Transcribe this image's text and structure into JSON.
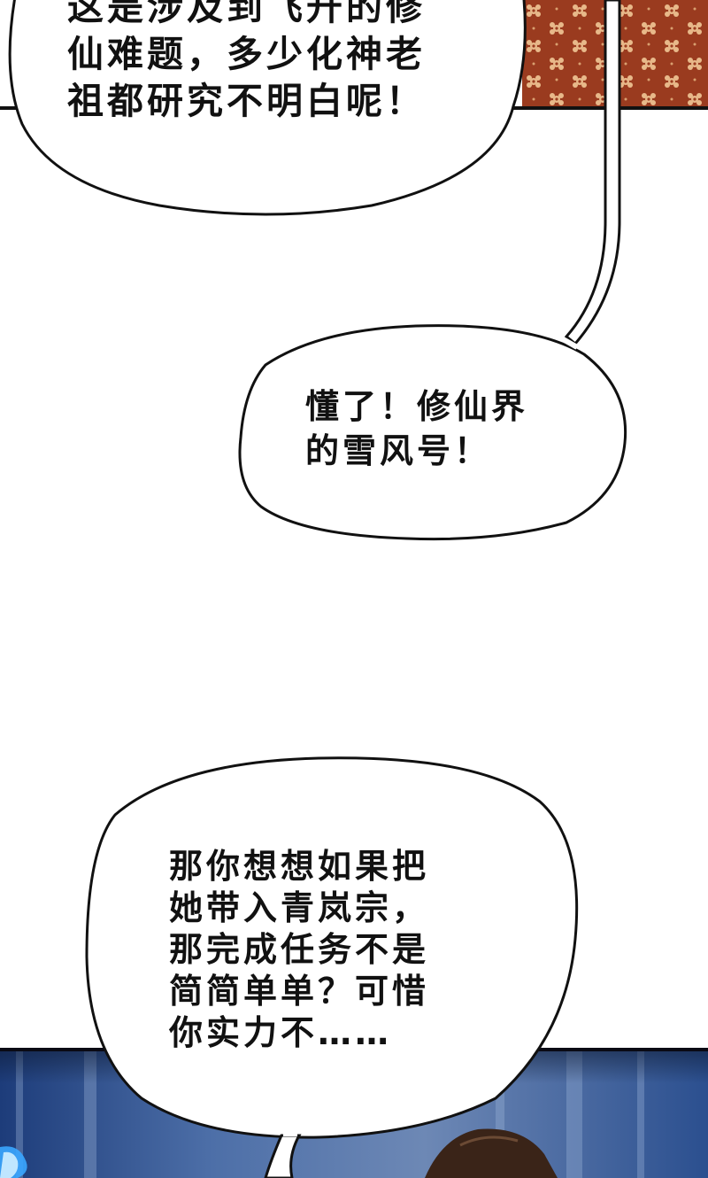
{
  "bubbles": [
    {
      "text": "这是涉及到飞升的修\n仙难题，多少化神老\n祖都研究不明白呢！"
    },
    {
      "text": "懂了！修仙界\n的雪风号！"
    },
    {
      "text": "那你想想如果把\n她带入青岚宗，\n那完成任务不是\n简简单单？可惜\n你实力不……"
    }
  ],
  "colors": {
    "pattern_bg": "#9a3b1f",
    "pattern_flower": "#e8b98a",
    "scene_blue": "#2a4f8c",
    "glow": "#3aa6ff",
    "hair": "#3a2418"
  }
}
